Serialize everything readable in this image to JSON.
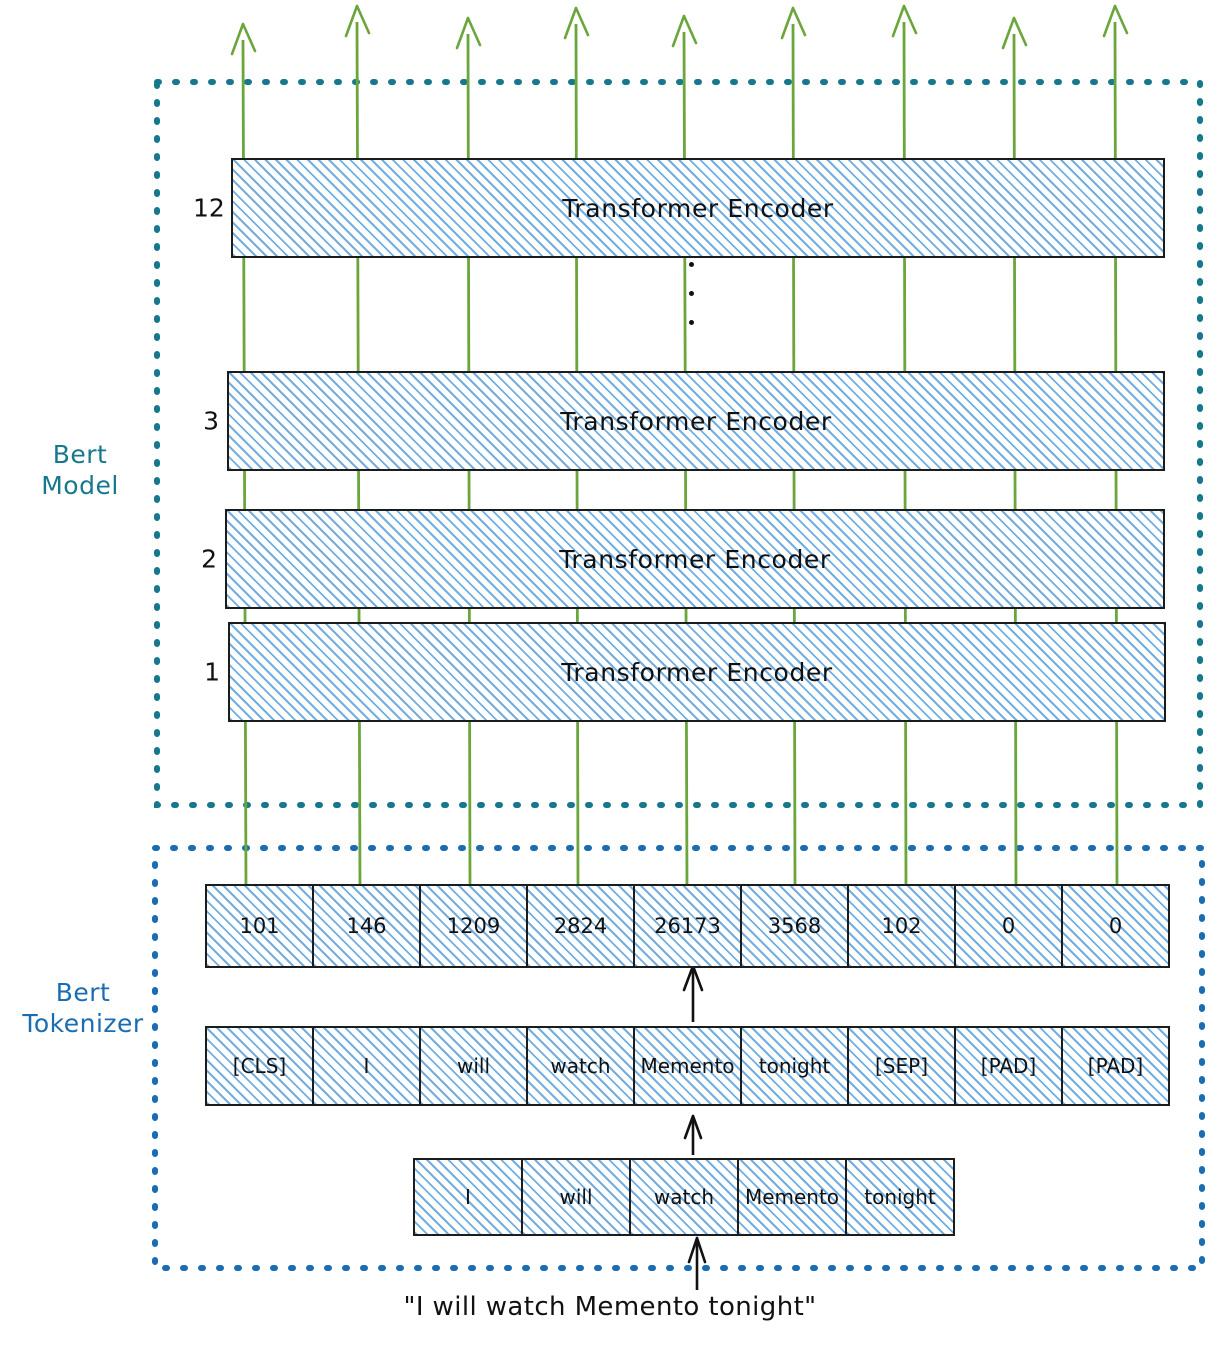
{
  "diagram": {
    "title": "BERT tokenizer and model pipeline",
    "colors": {
      "model_frame": "#16788c",
      "tokenizer_frame": "#1a6cb3",
      "arrow_green": "#6aa63b",
      "hatch_blue": "#5aa0dc",
      "ink": "#1c1c1c"
    }
  },
  "groups": {
    "model": {
      "label": "Bert\nModel"
    },
    "tokenizer": {
      "label": "Bert\nTokenizer"
    }
  },
  "encoder_stack": {
    "layer_label_text": "Transformer Encoder",
    "ellipsis_dots": 3,
    "layers": [
      {
        "index": "12",
        "label": "Transformer Encoder"
      },
      {
        "index": "3",
        "label": "Transformer Encoder"
      },
      {
        "index": "2",
        "label": "Transformer Encoder"
      },
      {
        "index": "1",
        "label": "Transformer Encoder"
      }
    ]
  },
  "rows": {
    "token_ids": {
      "name": "input-ids",
      "cells": [
        "101",
        "146",
        "1209",
        "2824",
        "26173",
        "3568",
        "102",
        "0",
        "0"
      ]
    },
    "tokens": {
      "name": "tokens",
      "cells": [
        "[CLS]",
        "I",
        "will",
        "watch",
        "Memento",
        "tonight",
        "[SEP]",
        "[PAD]",
        "[PAD]"
      ]
    },
    "words": {
      "name": "words",
      "cells": [
        "I",
        "will",
        "watch",
        "Memento",
        "tonight"
      ]
    }
  },
  "caption": {
    "input_sentence": "\"I will watch Memento tonight\""
  }
}
